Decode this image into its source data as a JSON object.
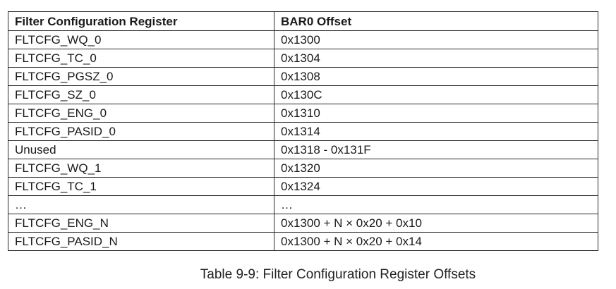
{
  "table": {
    "headers": [
      "Filter Configuration Register",
      "BAR0 Offset"
    ],
    "rows": [
      [
        "FLTCFG_WQ_0",
        "0x1300"
      ],
      [
        "FLTCFG_TC_0",
        "0x1304"
      ],
      [
        "FLTCFG_PGSZ_0",
        "0x1308"
      ],
      [
        "FLTCFG_SZ_0",
        "0x130C"
      ],
      [
        "FLTCFG_ENG_0",
        "0x1310"
      ],
      [
        "FLTCFG_PASID_0",
        "0x1314"
      ],
      [
        "Unused",
        "0x1318 - 0x131F"
      ],
      [
        "FLTCFG_WQ_1",
        "0x1320"
      ],
      [
        "FLTCFG_TC_1",
        "0x1324"
      ],
      [
        "…",
        "…"
      ],
      [
        "FLTCFG_ENG_N",
        "0x1300 + N × 0x20 + 0x10"
      ],
      [
        "FLTCFG_PASID_N",
        "0x1300 + N × 0x20 + 0x14"
      ]
    ]
  },
  "caption": "Table 9-9: Filter Configuration Register Offsets"
}
